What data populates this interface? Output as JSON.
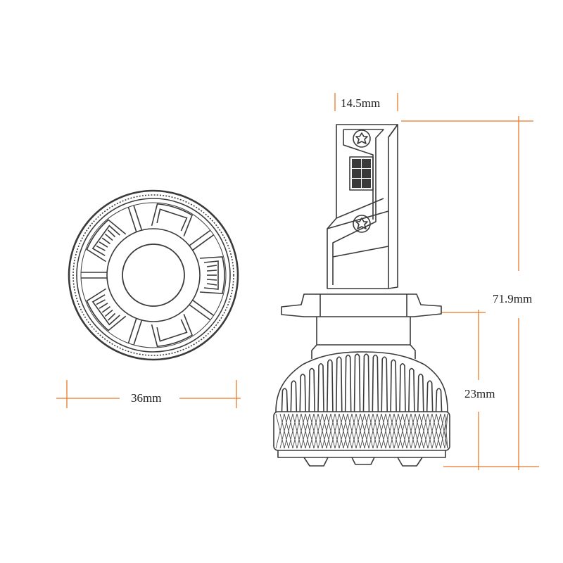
{
  "colors": {
    "background": "#ffffff",
    "outline": "#3a3a3a",
    "dimension_line": "#e8782a",
    "label_text": "#222222"
  },
  "front_view": {
    "name": "bulb-front-view",
    "vane_count": 5,
    "knurl_ring": true
  },
  "side_view": {
    "name": "bulb-side-view",
    "heatsink_fin_count": 18,
    "led_chip_grid": "2x3"
  },
  "dimensions": {
    "diameter": "36mm",
    "chip_width": "14.5mm",
    "total_height": "71.9mm",
    "heatsink_height": "23mm"
  }
}
